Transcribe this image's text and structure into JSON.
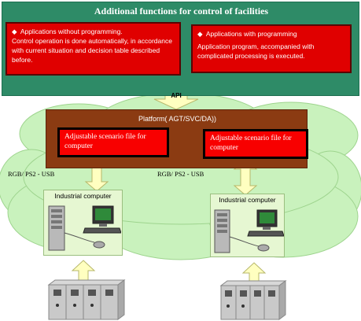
{
  "title": "Additional functions for control of facilities",
  "box_without": {
    "bullet": "◆",
    "heading": "Applications without programming.",
    "body": "Control operation is done automatically, in accordance with current situation and decision table described before."
  },
  "box_with": {
    "bullet": "◆",
    "heading": "Applications with programming",
    "body": "Application program, accompanied with complicated processing is executed."
  },
  "api_label": "API",
  "platform": {
    "title": "Platform( AGT/SVC/DA))",
    "scenario_left": "Adjustable scenario file for computer",
    "scenario_right": "Adjustable scenario file for computer"
  },
  "connection_left": "RGB/  PS2 - USB",
  "connection_right": "RGB/  PS2 - USB",
  "computer_left": "Industrial computer",
  "computer_right": "Industrial computer",
  "colors": {
    "top_band": "#2e8b67",
    "red_box": "#e00000",
    "platform": "#8b3b12",
    "cloud": "#c9f2bd",
    "arrow_fill": "#ffffc0",
    "industrial_box": "#e6f7d2"
  }
}
